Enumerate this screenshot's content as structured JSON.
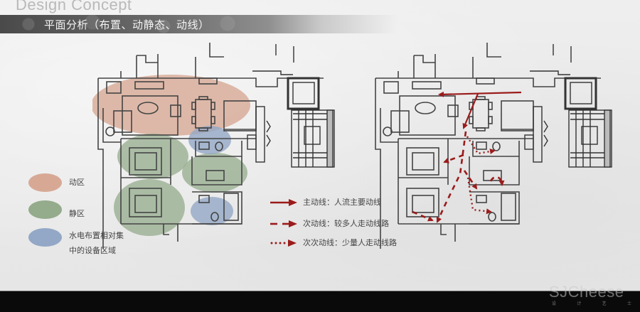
{
  "header": {
    "title": "Design Concept",
    "subtitle": "平面分析（布置、动静态、动线）"
  },
  "colors": {
    "dynamic_zone": "#d7a995",
    "static_zone": "#94ab8c",
    "equipment_zone": "#93a8c6",
    "flow_arrow": "#9b1b1b",
    "footer": "#0a0a0a"
  },
  "zone_legend": {
    "items": [
      {
        "label": "动区",
        "color": "#d7a995"
      },
      {
        "label": "静区",
        "color": "#94ab8c"
      },
      {
        "label_line1": "水电布置相对集",
        "label_line2": "中的设备区域",
        "color": "#93a8c6"
      }
    ]
  },
  "flow_legend": {
    "items": [
      {
        "style": "solid",
        "label": "主动线：人流主要动线"
      },
      {
        "style": "dashed",
        "label": "次动线：较多人走动线路"
      },
      {
        "style": "dotted",
        "label": "次次动线：少量人走动线路"
      }
    ]
  },
  "plans": {
    "left": {
      "name": "zoning-plan"
    },
    "right": {
      "name": "circulation-plan"
    }
  },
  "brand": {
    "name": "SJCheese",
    "sub": [
      "设",
      "计",
      "艺",
      "士"
    ]
  }
}
